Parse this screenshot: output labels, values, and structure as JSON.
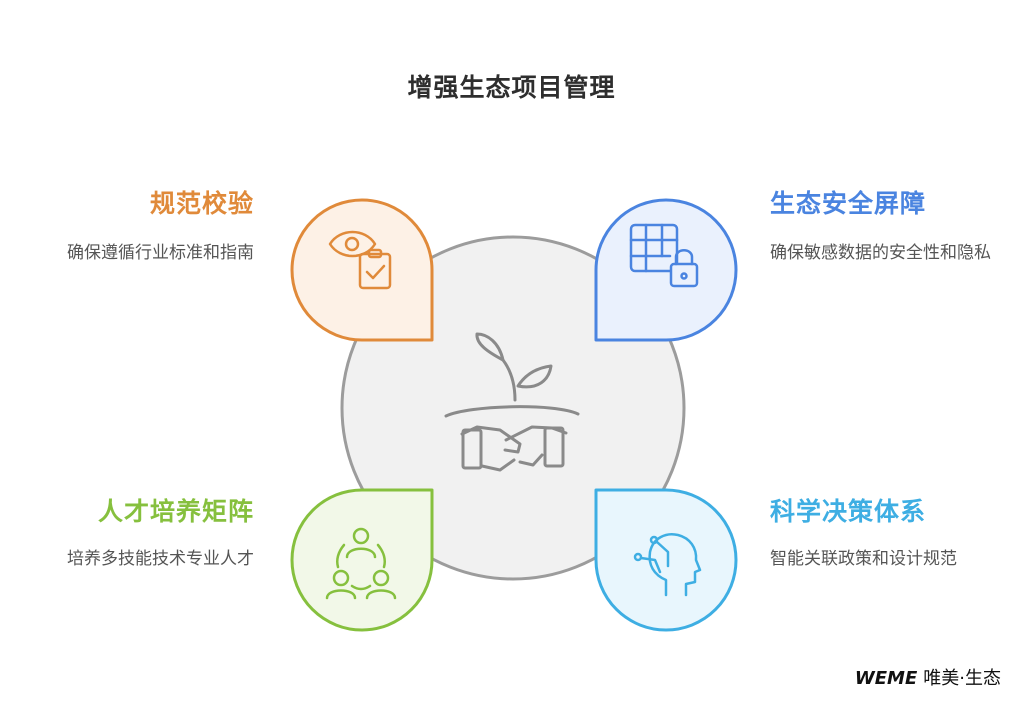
{
  "title": "增强生态项目管理",
  "sections": {
    "top_left": {
      "heading": "规范校验",
      "description": "确保遵循行业标准和指南",
      "color": "#e08a3a",
      "fill": "#fdf1e6",
      "icon": "eye-clipboard-icon"
    },
    "top_right": {
      "heading": "生态安全屏障",
      "description": "确保敏感数据的安全性和隐私",
      "color": "#4a84e0",
      "fill": "#eaf1fd",
      "icon": "grid-lock-icon"
    },
    "bottom_left": {
      "heading": "人才培养矩阵",
      "description": "培养多技能技术专业人才",
      "color": "#86c03e",
      "fill": "#f2f8e8",
      "icon": "people-network-icon"
    },
    "bottom_right": {
      "heading": "科学决策体系",
      "description": "智能关联政策和设计规范",
      "color": "#3eaee3",
      "fill": "#e8f6fd",
      "icon": "head-circuit-icon"
    }
  },
  "center": {
    "icon": "plant-handshake-icon",
    "fill": "#f0f0f0",
    "stroke": "#9a9a9a"
  },
  "watermark": {
    "brand": "WEME",
    "text": "唯美·生态"
  }
}
